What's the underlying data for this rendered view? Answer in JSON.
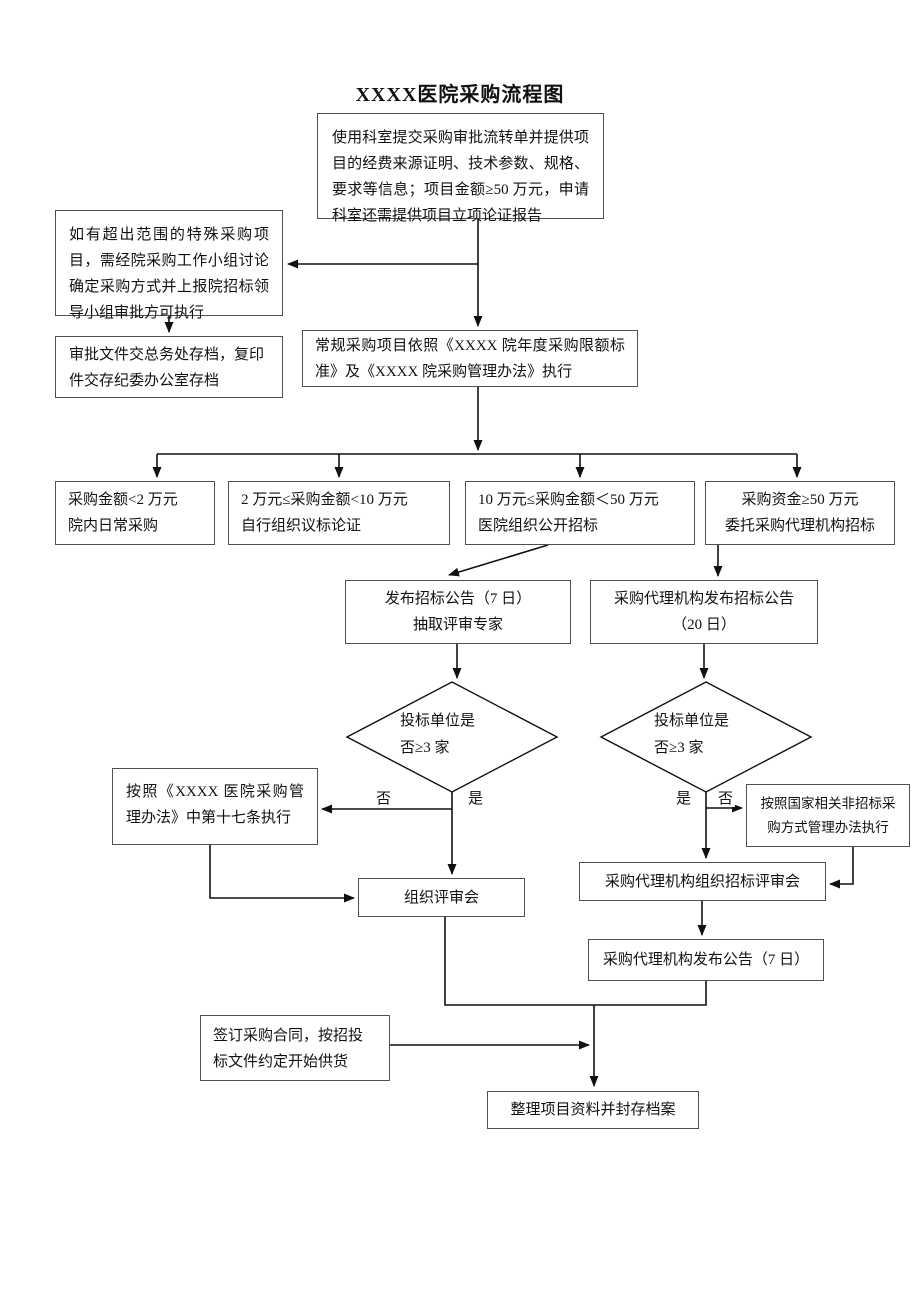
{
  "title": "XXXX医院采购流程图",
  "nodes": {
    "submit": {
      "text": "使用科室提交采购审批流转单并提供项目的经费来源证明、技术参数、规格、要求等信息；项目金额≥50 万元，申请科室还需提供项目立项论证报告"
    },
    "special": {
      "text": "如有超出范围的特殊采购项目，需经院采购工作小组讨论确定采购方式并上报院招标领导小组审批方可执行"
    },
    "archive": {
      "text": "审批文件交总务处存档，复印件交存纪委办公室存档"
    },
    "regular": {
      "text": "常规采购项目依照《XXXX 院年度采购限额标准》及《XXXX 院采购管理办法》执行"
    },
    "tier1": {
      "line1": "采购金额<2 万元",
      "line2": "院内日常采购"
    },
    "tier2": {
      "line1": "2 万元≤采购金额<10 万元",
      "line2": "自行组织议标论证"
    },
    "tier3": {
      "line1": "10 万元≤采购金额＜50 万元",
      "line2": "医院组织公开招标"
    },
    "tier4": {
      "line1": "采购资金≥50 万元",
      "line2": "委托采购代理机构招标"
    },
    "announce": {
      "line1": "发布招标公告（7 日）",
      "line2": "抽取评审专家"
    },
    "agency_announce": {
      "line1": "采购代理机构发布招标公告",
      "line2": "（20 日）"
    },
    "decision_left": {
      "line1": "投标单位是",
      "line2": "否≥3 家"
    },
    "decision_right": {
      "line1": "投标单位是",
      "line2": "否≥3 家"
    },
    "rule17": {
      "text": "按照《XXXX 医院采购管理办法》中第十七条执行"
    },
    "nonbid": {
      "line1": "按照国家相关非招标采",
      "line2": "购方式管理办法执行"
    },
    "review": {
      "text": "组织评审会"
    },
    "agency_review": {
      "text": "采购代理机构组织招标评审会"
    },
    "agency_publish": {
      "text": "采购代理机构发布公告（7 日）"
    },
    "contract": {
      "text": "签订采购合同，按招投标文件约定开始供货"
    },
    "file": {
      "text": "整理项目资料并封存档案"
    }
  },
  "labels": {
    "no_left": "否",
    "yes_left": "是",
    "yes_right": "是",
    "no_right": "否"
  },
  "colors": {
    "line": "#111111",
    "box_border": "#4f4f4f",
    "text": "#111111",
    "page_bg": "#ffffff"
  }
}
